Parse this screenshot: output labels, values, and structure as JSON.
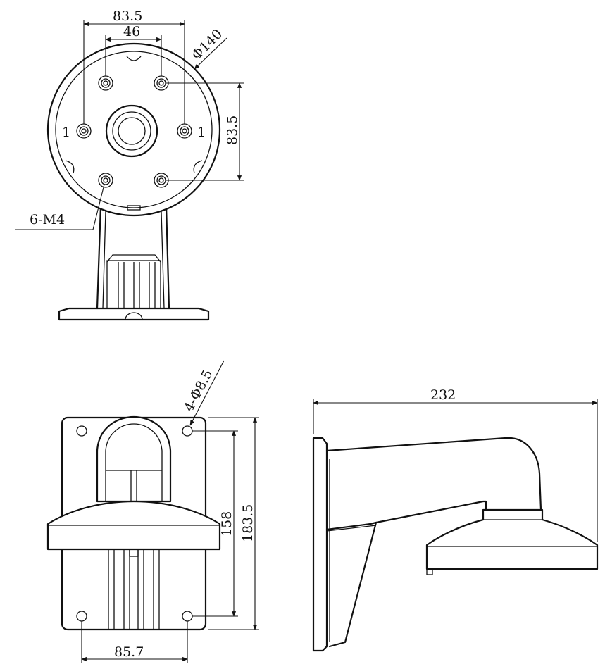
{
  "front_view": {
    "dim_width_outer": "83.5",
    "dim_width_inner": "46",
    "dim_diameter": "Φ140",
    "dim_height": "83.5",
    "thread_callout": "6-M4",
    "hole_mark_left": "1",
    "hole_mark_right": "1"
  },
  "bottom_view": {
    "hole_callout": "4-Φ8.5",
    "dim_hole_spacing_v": "158",
    "dim_plate_height": "183.5",
    "dim_hole_spacing_h": "85.7"
  },
  "side_view": {
    "dim_projection": "232"
  }
}
